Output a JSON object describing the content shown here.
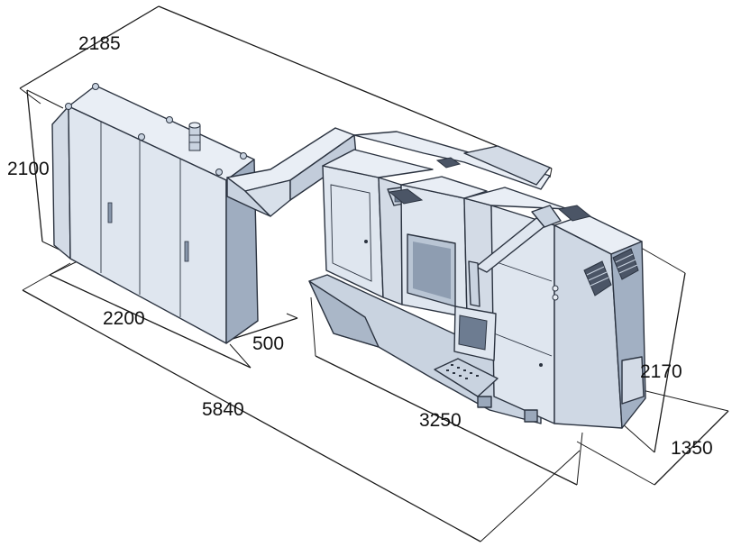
{
  "dimensions": {
    "overall_depth": "2185",
    "cabinet_height": "2100",
    "cabinet_length": "2200",
    "duct_gap": "500",
    "overall_length": "5840",
    "machine_length": "3250",
    "machine_height": "2170",
    "machine_depth": "1350"
  },
  "colors": {
    "body_light": "#e8edf4",
    "body_mid": "#c9d3e0",
    "body_dark": "#9aa8bb",
    "line": "#1a1a1a"
  }
}
